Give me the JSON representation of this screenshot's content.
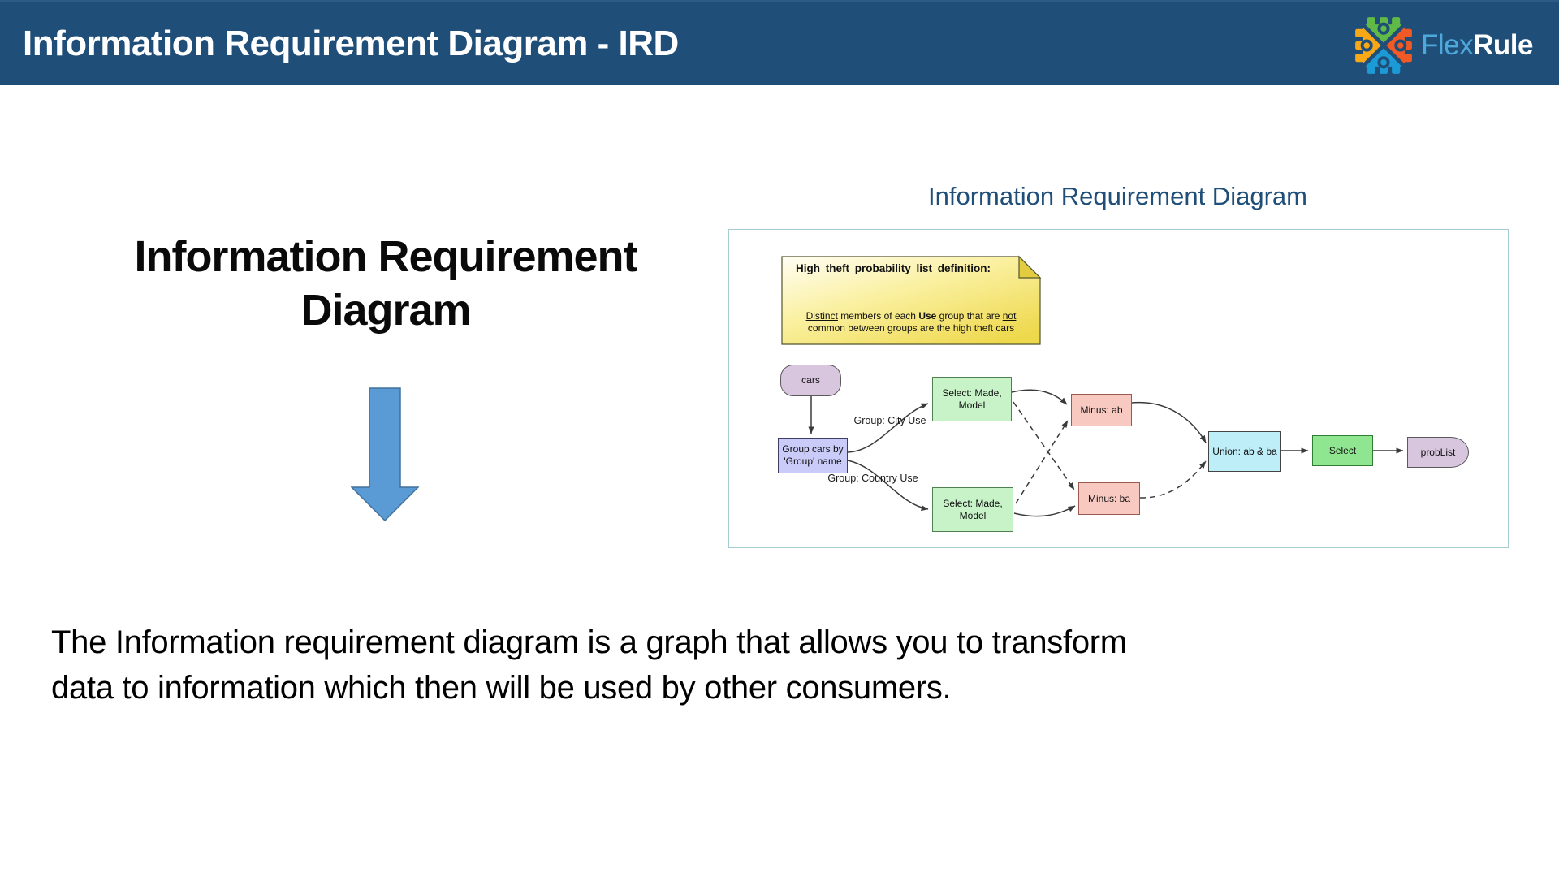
{
  "header": {
    "title": "Information Requirement Diagram - IRD",
    "logo_flex": "Flex",
    "logo_rule": "Rule"
  },
  "palette": {
    "header_bar": "#1F4E79",
    "figure_title_blue": "#1F4E79",
    "arrow_blue": "#5B9BD5",
    "logo_flex_text": "#4FA8DC",
    "logo_green": "#61B946",
    "logo_orange": "#F15A24",
    "logo_blue": "#1C9AD6",
    "logo_yellow": "#F7A817",
    "note_yellow": "#EED84B",
    "node_purple": "#D8C5DE",
    "node_lavender": "#CBCBFA",
    "node_pale_green": "#C8F3C8",
    "node_pink": "#F8C9C1",
    "node_cyan": "#BEEFF8",
    "node_green": "#90E690"
  },
  "left_panel": {
    "heading_line1": "Information Requirement",
    "heading_line2": "Diagram"
  },
  "figure": {
    "title": "Information Requirement Diagram",
    "note": {
      "title": "High theft probability list definition:",
      "b1": "Distinct",
      "b2": " members of each ",
      "b3": "Use",
      "b4": " group that are ",
      "b5": "not",
      "b6": "common between groups are the high theft cars"
    },
    "edge_labels": {
      "city": "Group: City Use",
      "country": "Group: Country Use"
    },
    "nodes": [
      {
        "id": "cars",
        "label": "cars"
      },
      {
        "id": "group-cars",
        "label": "Group cars by 'Group' name"
      },
      {
        "id": "select-city",
        "label": "Select: Made, Model"
      },
      {
        "id": "select-country",
        "label": "Select: Made, Model"
      },
      {
        "id": "minus-ab",
        "label": "Minus: ab"
      },
      {
        "id": "minus-ba",
        "label": "Minus: ba"
      },
      {
        "id": "union-ab-ba",
        "label": "Union: ab & ba"
      },
      {
        "id": "select-final",
        "label": "Select"
      },
      {
        "id": "problist",
        "label": "probList"
      }
    ]
  },
  "body": {
    "line1": "The Information requirement diagram is a graph that allows you to transform",
    "line2": "data to information which then will be used by other consumers."
  }
}
